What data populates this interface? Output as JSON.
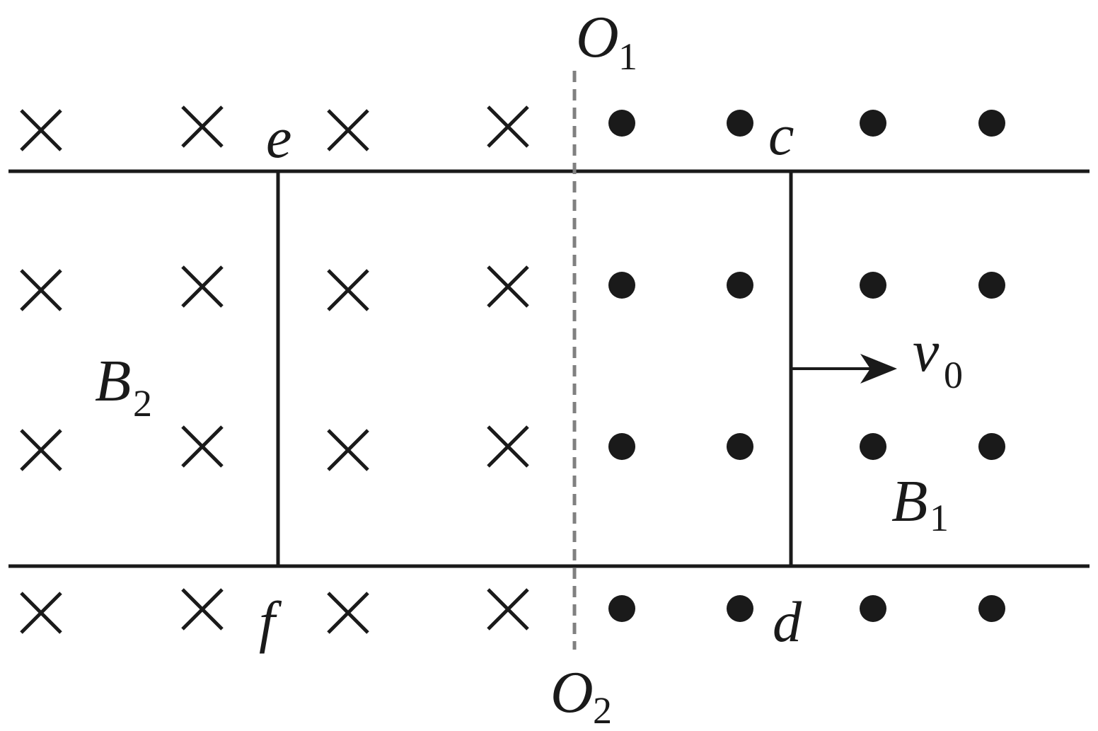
{
  "labels": {
    "e": "e",
    "f": "f",
    "c": "c",
    "d": "d"
  },
  "fields": {
    "left": {
      "main": "B",
      "sub": "2",
      "direction": "into-page-cross"
    },
    "right": {
      "main": "B",
      "sub": "1",
      "direction": "out-of-page-dot"
    }
  },
  "axis": {
    "top": {
      "main": "O",
      "sub": "1"
    },
    "bottom": {
      "main": "O",
      "sub": "2"
    }
  },
  "velocity": {
    "main": "v",
    "sub": "0"
  },
  "colors": {
    "ink": "#1a1a1a",
    "axis": "#808080"
  }
}
